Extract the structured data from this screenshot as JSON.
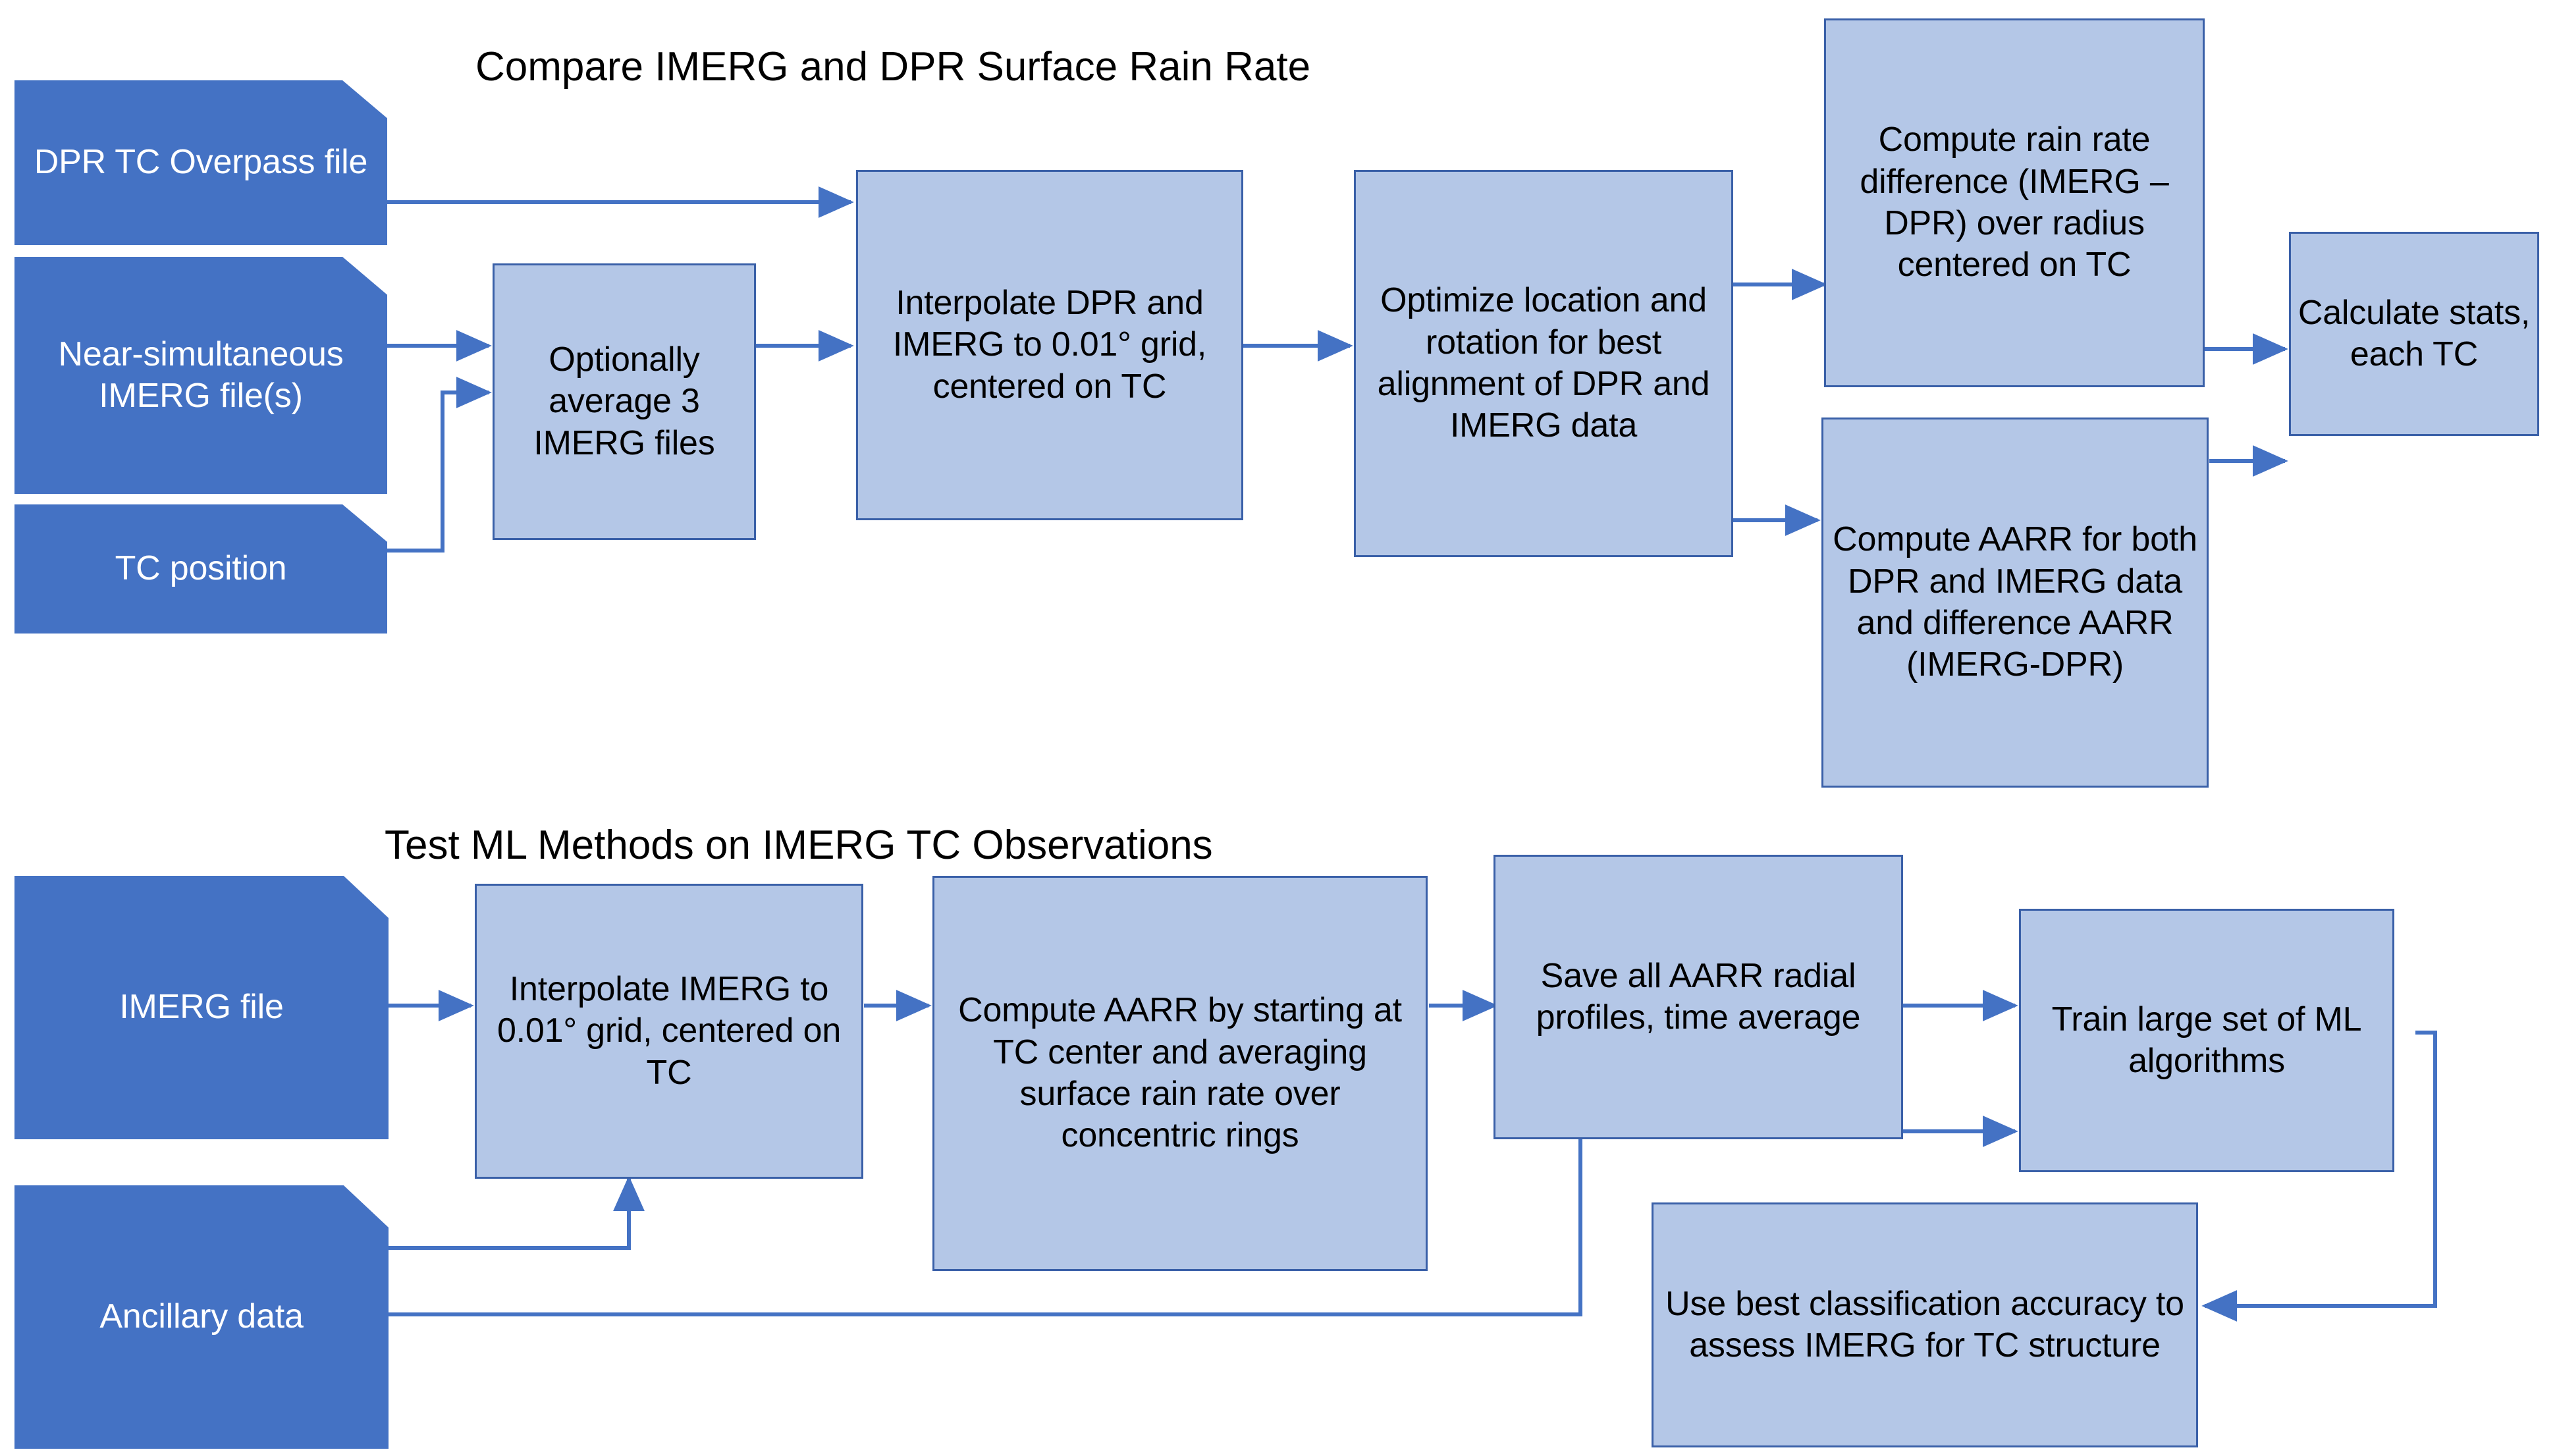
{
  "colors": {
    "data_shape_fill": "#4472C4",
    "process_fill": "#B4C7E7",
    "process_border": "#3A60A8",
    "connector": "#4472C4",
    "title_text": "#000000",
    "data_text": "#FFFFFF",
    "process_text": "#000000",
    "background": "#FFFFFF"
  },
  "sections": [
    {
      "id": "compare",
      "title": "Compare IMERG and DPR Surface Rain Rate",
      "nodes": {
        "dpr_tc_overpass_file": "DPR TC Overpass file",
        "near_simultaneous_imerg_files": "Near-simultaneous IMERG file(s)",
        "tc_position": "TC position",
        "optionally_average": "Optionally average 3 IMERG files",
        "interpolate_grid": "Interpolate DPR and IMERG to 0.01° grid, centered on TC",
        "optimize_alignment": "Optimize location and rotation for best alignment of DPR and IMERG data",
        "compute_rain_rate_difference": "Compute rain rate difference (IMERG – DPR) over radius centered on TC",
        "compute_aarr_both": "Compute AARR for both DPR and IMERG data and difference AARR (IMERG-DPR)",
        "calculate_stats": "Calculate stats, each TC"
      }
    },
    {
      "id": "testml",
      "title": "Test ML Methods on IMERG TC Observations",
      "nodes": {
        "imerg_file": "IMERG file",
        "ancillary_data": "Ancillary data",
        "interpolate_imerg": "Interpolate IMERG to 0.01° grid, centered on TC",
        "compute_aarr_rings": "Compute AARR by starting at TC center and averaging surface rain rate over concentric rings",
        "save_radial_profiles": "Save all AARR radial profiles, time average",
        "train_ml": "Train large set of ML algorithms",
        "use_best_classification": "Use best classification accuracy to assess IMERG for TC structure"
      }
    }
  ]
}
